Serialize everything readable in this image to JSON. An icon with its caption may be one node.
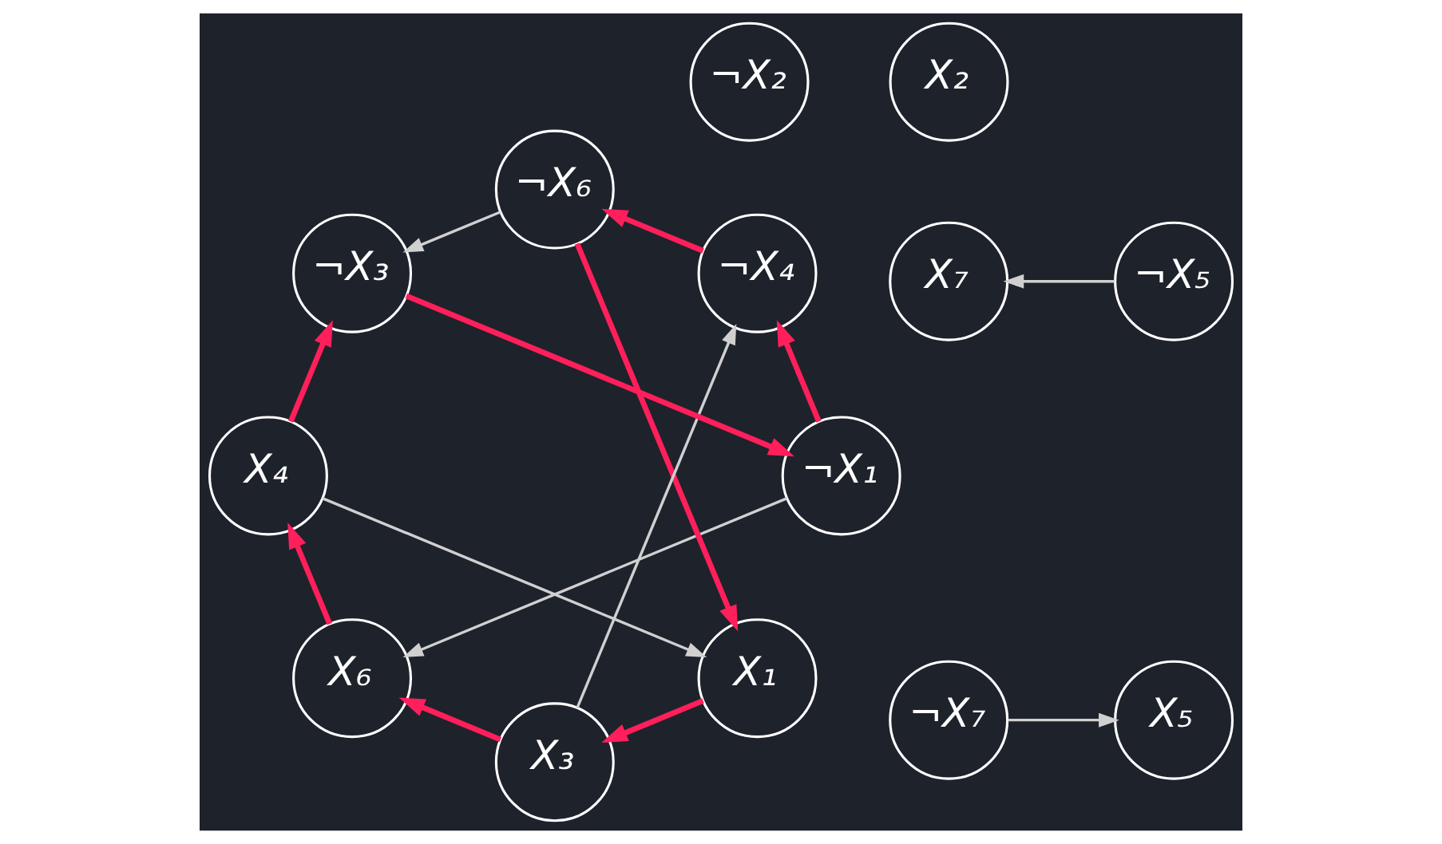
{
  "diagram": {
    "nodes": [
      {
        "text": [
          "X₁"
        ]
      },
      {
        "text": [
          "¬X₇"
        ]
      },
      {
        "text": [
          "¬X₁"
        ]
      },
      {
        "text": [
          "X₇"
        ]
      },
      {
        "text": [
          "X₂"
        ]
      },
      {
        "text": [
          "¬X₆"
        ]
      },
      {
        "text": [
          "¬X₂"
        ]
      },
      {
        "text": [
          "X₆"
        ]
      },
      {
        "text": [
          "X₃"
        ]
      },
      {
        "text": [
          "¬X₅"
        ]
      },
      {
        "text": [
          "¬X₃"
        ]
      },
      {
        "text": [
          "X₅"
        ]
      },
      {
        "text": [
          "X₄"
        ]
      },
      {
        "text": [
          "¬X₄"
        ]
      }
    ],
    "edges": [
      {
        "from": 5,
        "to": 0,
        "arrow": "to"
      },
      {
        "from": 0,
        "to": 8,
        "arrow": "to"
      },
      {
        "from": 2,
        "to": 13,
        "arrow": "to"
      },
      {
        "from": 10,
        "to": 2,
        "arrow": "to"
      },
      {
        "from": 8,
        "to": 7,
        "arrow": "to"
      },
      {
        "from": 7,
        "to": 12,
        "arrow": "to"
      },
      {
        "from": 13,
        "to": 5,
        "arrow": "to"
      },
      {
        "from": 12,
        "to": 10,
        "arrow": "to"
      },
      {
        "from": 9,
        "to": 3,
        "arrow": "to",
        "color": "#d0d0d0"
      },
      {
        "from": 1,
        "to": 11,
        "arrow": "to",
        "color": "#d0d0d0"
      },
      {
        "from": 2,
        "to": 7,
        "arrow": "to",
        "color": "#d0d0d0"
      },
      {
        "from": 12,
        "to": 0,
        "arrow": "to",
        "color": "#d0d0d0"
      },
      {
        "from": 5,
        "to": 10,
        "arrow": "to",
        "color": "#d0d0d0"
      },
      {
        "from": 8,
        "to": 13,
        "arrow": "to",
        "color": "#d0d0d0"
      }
    ]
  }
}
